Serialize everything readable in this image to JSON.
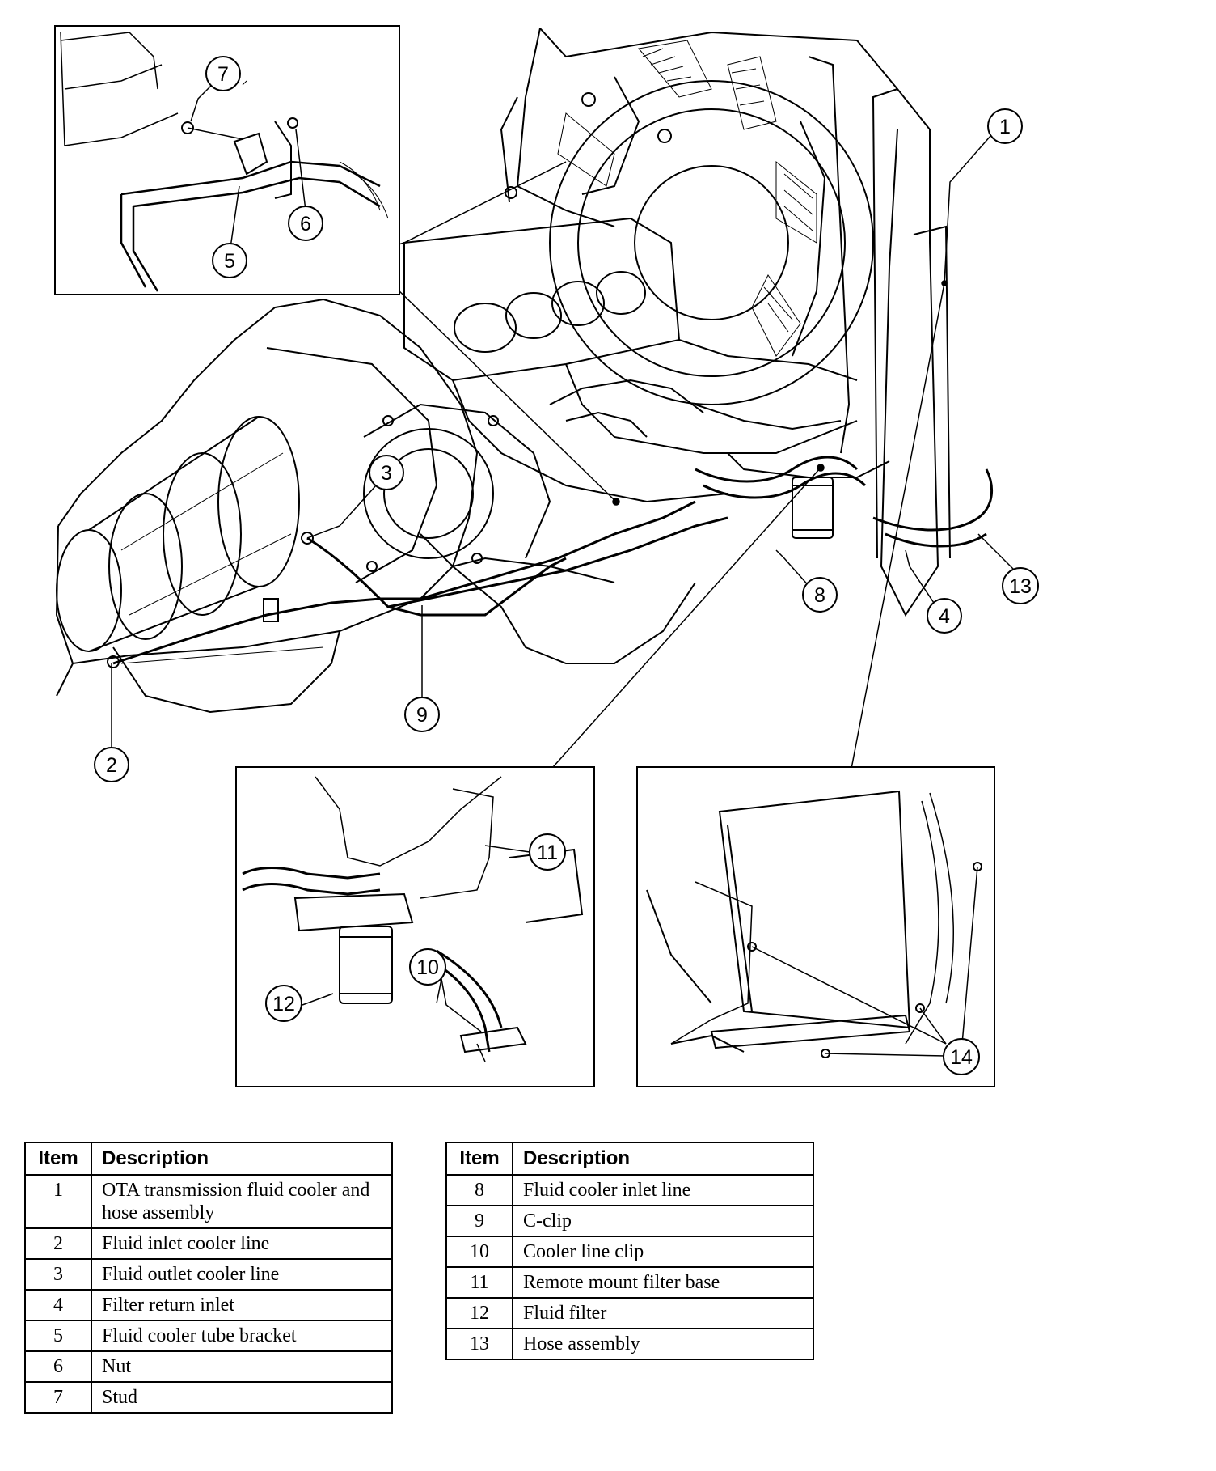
{
  "callouts": [
    "1",
    "2",
    "3",
    "4",
    "5",
    "6",
    "7",
    "8",
    "9",
    "10",
    "11",
    "12",
    "13",
    "14"
  ],
  "table_left": {
    "headers": {
      "item": "Item",
      "description": "Description"
    },
    "rows": [
      {
        "item": "1",
        "description": "OTA transmission fluid cooler and hose assembly"
      },
      {
        "item": "2",
        "description": "Fluid inlet cooler line"
      },
      {
        "item": "3",
        "description": "Fluid outlet cooler line"
      },
      {
        "item": "4",
        "description": "Filter return inlet"
      },
      {
        "item": "5",
        "description": "Fluid cooler tube bracket"
      },
      {
        "item": "6",
        "description": "Nut"
      },
      {
        "item": "7",
        "description": "Stud"
      }
    ]
  },
  "table_right": {
    "headers": {
      "item": "Item",
      "description": "Description"
    },
    "rows": [
      {
        "item": "8",
        "description": "Fluid cooler inlet line"
      },
      {
        "item": "9",
        "description": "C-clip"
      },
      {
        "item": "10",
        "description": "Cooler line clip"
      },
      {
        "item": "11",
        "description": "Remote mount filter base"
      },
      {
        "item": "12",
        "description": "Fluid filter"
      },
      {
        "item": "13",
        "description": "Hose assembly"
      }
    ]
  }
}
